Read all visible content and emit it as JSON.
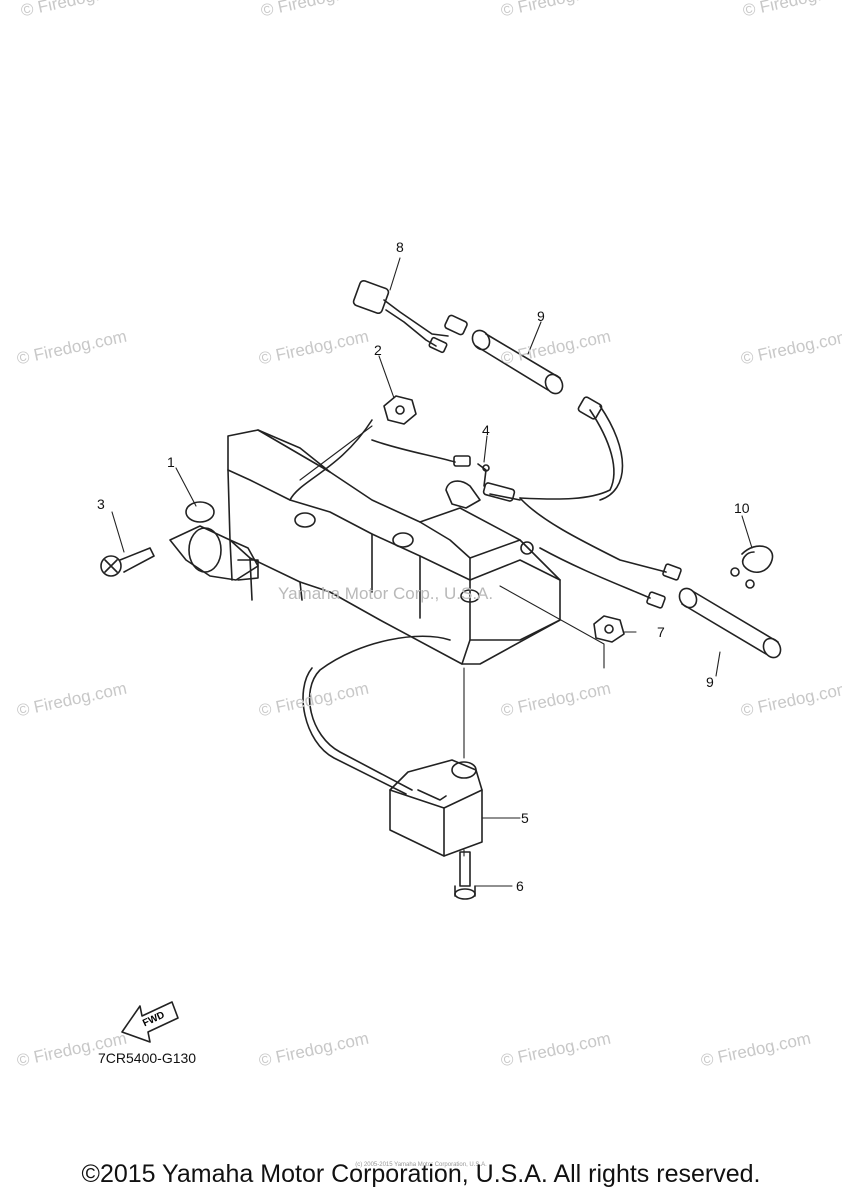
{
  "watermarks": [
    "© Firedog.com",
    "© Firedog.com",
    "© Firedog.com",
    "© Firedog.com",
    "© Firedog.com",
    "© Firedog.com",
    "© Firedog.com",
    "© Firedog.com",
    "© Firedog.com",
    "© Firedog.com",
    "© Firedog.com",
    "© Firedog.com",
    "© Firedog.com",
    "© Firedog.com",
    "© Firedog.com",
    "© Firedog.com"
  ],
  "center_watermark": "Yamaha Motor Corp., U.S.A.",
  "callouts": {
    "c1": "1",
    "c2": "2",
    "c3": "3",
    "c4": "4",
    "c5": "5",
    "c6": "6",
    "c7": "7",
    "c8": "8",
    "c9a": "9",
    "c9b": "9",
    "c10": "10"
  },
  "fwd_label": "FWD",
  "diagram_code": "7CR5400-G130",
  "tiny_copyright": "(c) 2005-2015 Yamaha Motor Corporation, U.S.A.",
  "copyright": "©2015 Yamaha Motor Corporation, U.S.A. All rights reserved.",
  "colors": {
    "line": "#222222",
    "watermark": "#c8c8c8"
  }
}
